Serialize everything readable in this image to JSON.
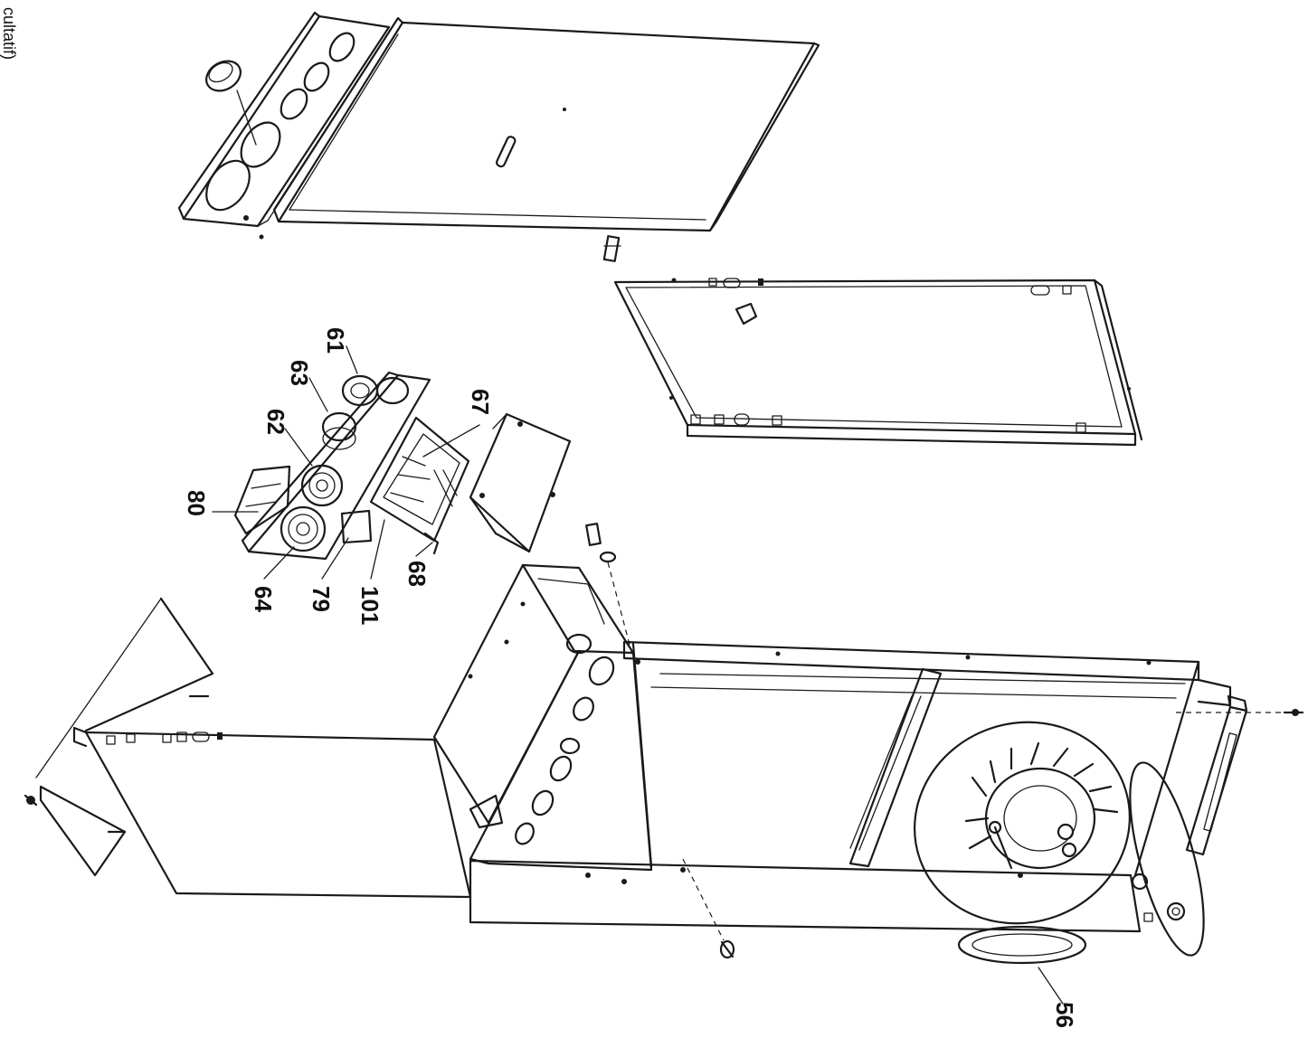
{
  "side_text": "cultatif)",
  "labels": {
    "l61": "61",
    "l63": "63",
    "l62": "62",
    "l67": "67",
    "l80": "80",
    "l64": "64",
    "l79": "79",
    "l101": "101",
    "l68": "68",
    "l56": "56"
  }
}
